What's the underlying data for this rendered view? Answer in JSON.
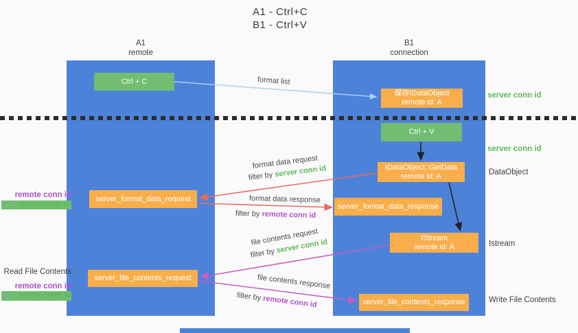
{
  "title": {
    "line1": "A1 - Ctrl+C",
    "line2": "B1 - Ctrl+V"
  },
  "columns": {
    "a1": {
      "name": "A1",
      "subtitle": "remote"
    },
    "b1": {
      "name": "B1",
      "subtitle": "connection"
    }
  },
  "nodes": {
    "ctrl_c": {
      "label": "Ctrl + C"
    },
    "save_dataobject": {
      "line1": "保存IDataObject",
      "line2": "remote id: A"
    },
    "ctrl_v": {
      "label": "Ctrl + V"
    },
    "getdata": {
      "line1": "IDataObject::GetData",
      "line2": "remote id: A"
    },
    "format_request": {
      "label": "server_format_data_request"
    },
    "format_response": {
      "label": "server_format_data_response"
    },
    "istream": {
      "line1": "IStream",
      "line2": "remote id: A"
    },
    "file_request": {
      "label": "server_file_contents_request"
    },
    "file_response": {
      "label": "server_file_contents_response"
    }
  },
  "right_labels": {
    "server_conn_id_top": "server conn id",
    "server_conn_id_mid": "server conn id",
    "dataobject": "DataObject",
    "istream": "Istream",
    "write_file_contents": "Write File Contents"
  },
  "left_labels": {
    "remote_conn_id_1": "remote conn id",
    "server_conn_id_1": "server conn id",
    "read_file_contents": "Read File Contents",
    "remote_conn_id_2": "remote conn id",
    "server_conn_id_2": "server conn id"
  },
  "arrow_labels": {
    "format_list": "format list",
    "format_data_request": "format data request",
    "format_data_response": "format data response",
    "file_contents_request": "file contents request",
    "file_contents_response": "file contents response",
    "filter_by": "filter by",
    "server_conn_id": "server conn id",
    "remote_conn_id": "remote conn id"
  },
  "colors": {
    "column_blue": "#4d82d9",
    "box_green": "#71bd71",
    "box_orange": "#f9ae4b",
    "green_text": "#5cb85c",
    "purple_text": "#b052c8",
    "red_arrow": "#e96c5f",
    "magenta_arrow": "#c45ec4",
    "lightblue_arrow": "#a8d2f2",
    "black_arrow": "#222222"
  }
}
